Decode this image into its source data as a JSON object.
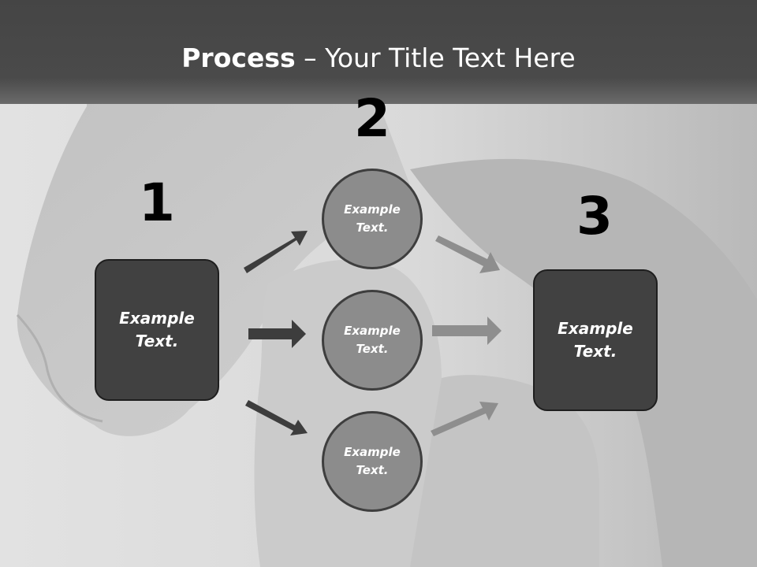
{
  "slide": {
    "title_bold": "Process",
    "title_rest": " – Your Title Text Here"
  },
  "steps": {
    "step1_number": "1",
    "step2_number": "2",
    "step3_number": "3"
  },
  "left_box": {
    "label": "Example Text."
  },
  "right_box": {
    "label": "Example Text."
  },
  "circles": [
    {
      "label": "Example Text."
    },
    {
      "label": "Example Text."
    },
    {
      "label": "Example Text."
    }
  ],
  "colors": {
    "header": "#4a4a4a",
    "box_fill": "#414141",
    "circle_fill": "#8c8c8c",
    "dark_arrow": "#3d3d3d",
    "light_arrow": "#8e8e8e"
  }
}
